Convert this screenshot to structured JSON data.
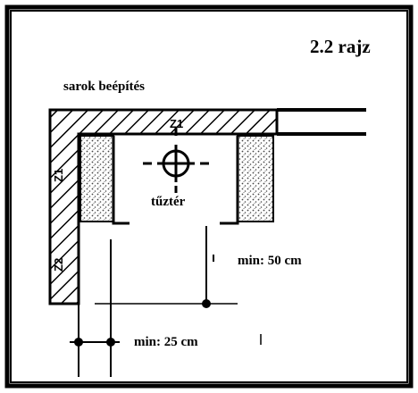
{
  "diagram": {
    "title": "2.2 rajz",
    "subtitle": "sarok beépítés",
    "firebox_label": "tűztér",
    "dim_front": "min: 50 cm",
    "dim_side": "min: 25 cm",
    "wall_labels": [
      "Z1",
      "Z1",
      "Z2"
    ]
  },
  "colors": {
    "ink": "#000000",
    "paper": "#ffffff",
    "fill_dots": "#444444"
  }
}
